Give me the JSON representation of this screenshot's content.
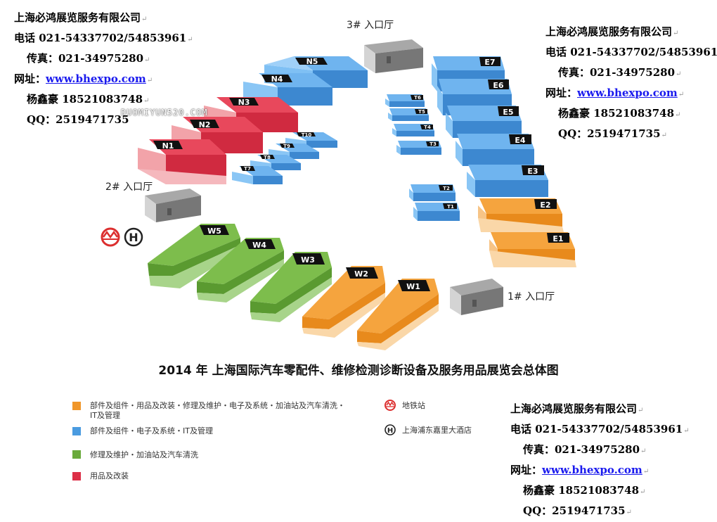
{
  "colors": {
    "orange": "#f0962a",
    "blue": "#4a9be0",
    "green": "#6aaa3c",
    "red": "#dc2f47"
  },
  "entrances": [
    {
      "label": "3# 入口厅"
    },
    {
      "label": "2# 入口厅"
    },
    {
      "label": "1# 入口厅"
    }
  ],
  "halls": {
    "N1": "N1",
    "N2": "N2",
    "N3": "N3",
    "N4": "N4",
    "N5": "N5",
    "E1": "E1",
    "E2": "E2",
    "E3": "E3",
    "E4": "E4",
    "E5": "E5",
    "E6": "E6",
    "E7": "E7",
    "W1": "W1",
    "W2": "W2",
    "W3": "W3",
    "W4": "W4",
    "W5": "W5",
    "T1": "T1",
    "T2": "T2",
    "T3": "T3",
    "T4": "T4",
    "T5": "T5",
    "T6": "T6",
    "T7": "T7",
    "T8": "T8",
    "T9": "T9",
    "T10": "T10"
  },
  "contact": {
    "company": "上海必鸿展览服务有限公司",
    "phone": "电话 021-54337702/54853961",
    "fax": "传真：021-34975280",
    "web_label": "网址：",
    "web_url": "www.bhexpo.com",
    "person": "杨鑫豪 18521083748",
    "qq": "QQ：2519471735"
  },
  "watermark": "DUOMIYUN520.COM",
  "title": "2014 年 上海国际汽车零配件、维修检测诊断设备及服务用品展览会总体图",
  "legend": {
    "orange_line1": "部件及组件・用品及改装・修理及维护・电子及系统・加油站及汽车清洗・",
    "orange_line2": "IT及管理",
    "blue": "部件及组件・电子及系统・IT及管理",
    "green": "修理及维护・加油站及汽车清洗",
    "red": "用品及改装",
    "metro": "地铁站",
    "hotel": "上海浦东嘉里大酒店"
  }
}
